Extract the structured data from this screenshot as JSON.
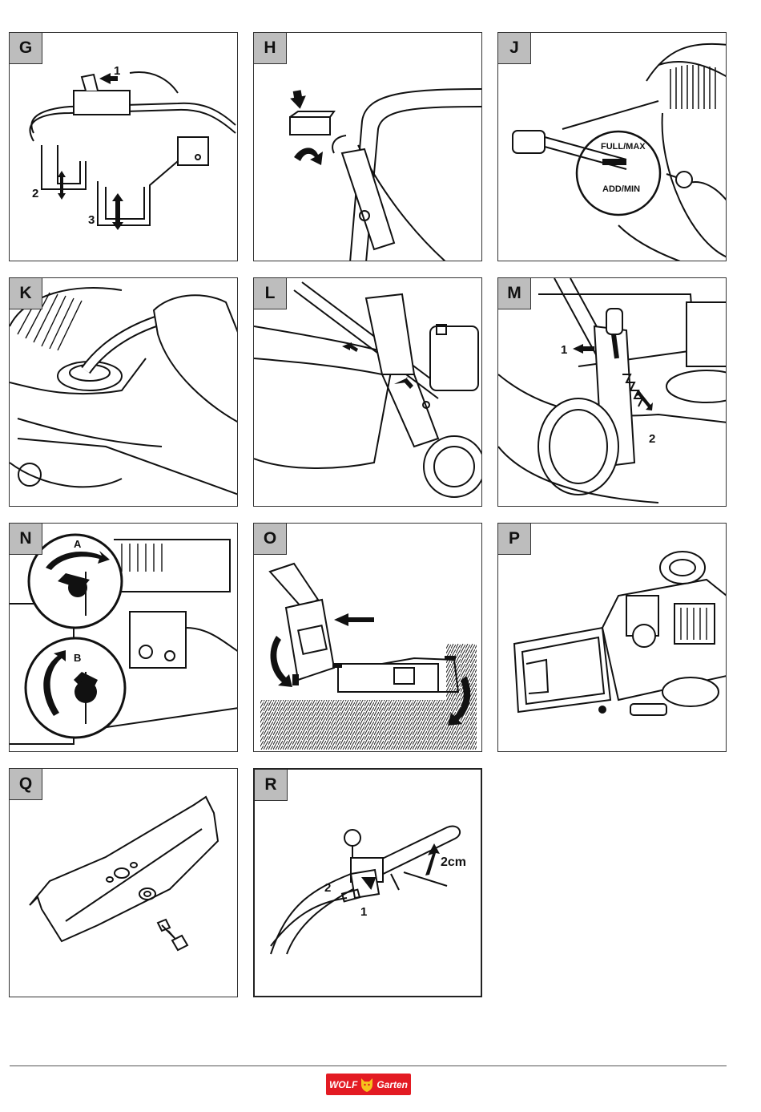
{
  "panels": {
    "G": {
      "tag": "G",
      "c1": "1",
      "c2": "2",
      "c3": "3"
    },
    "H": {
      "tag": "H"
    },
    "J": {
      "tag": "J",
      "full": "FULL/MAX",
      "add": "ADD/MIN"
    },
    "K": {
      "tag": "K"
    },
    "L": {
      "tag": "L"
    },
    "M": {
      "tag": "M",
      "c1": "1",
      "c2": "2"
    },
    "N": {
      "tag": "N",
      "a": "A",
      "b": "B"
    },
    "O": {
      "tag": "O"
    },
    "P": {
      "tag": "P"
    },
    "Q": {
      "tag": "Q"
    },
    "R": {
      "tag": "R",
      "c1": "1",
      "c2": "2",
      "dist": "2cm"
    }
  },
  "footer": {
    "logo_left": "WOLF",
    "logo_right": "Garten"
  }
}
